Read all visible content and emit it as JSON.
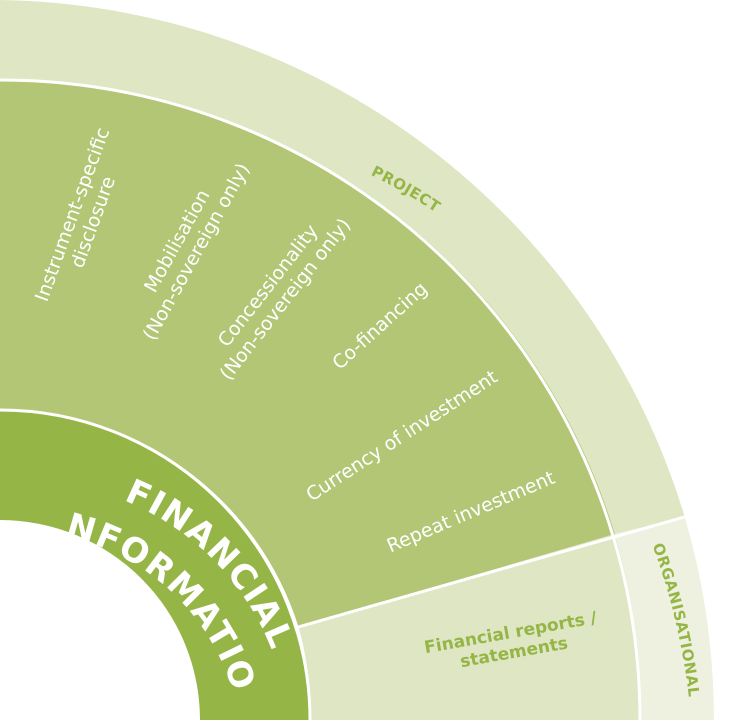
{
  "center_title": [
    "FINANCIAL",
    "INFORMATION"
  ],
  "rings": {
    "project": {
      "label": "PROJECT"
    },
    "organisational": {
      "label": "ORGANISATIONAL"
    }
  },
  "project_items": [
    [
      "Instrument-specific",
      "disclosure"
    ],
    [
      "Mobilisation",
      "(Non-sovereign only)"
    ],
    [
      "Concessionality",
      "(Non-sovereign only)"
    ],
    [
      "Co-financing"
    ],
    [
      "Currency of investment"
    ],
    [
      "Repeat investment"
    ]
  ],
  "organisational_items": [
    [
      "Financial reports /",
      "statements"
    ]
  ],
  "colors": {
    "core": "#95b646",
    "project_inner": "#b3c676",
    "project_outer": "#dfe6c4",
    "org_inner": "#dfe6c4",
    "org_outer": "#eef1e0",
    "separator": "#ffffff",
    "label_text": "#95b646"
  }
}
